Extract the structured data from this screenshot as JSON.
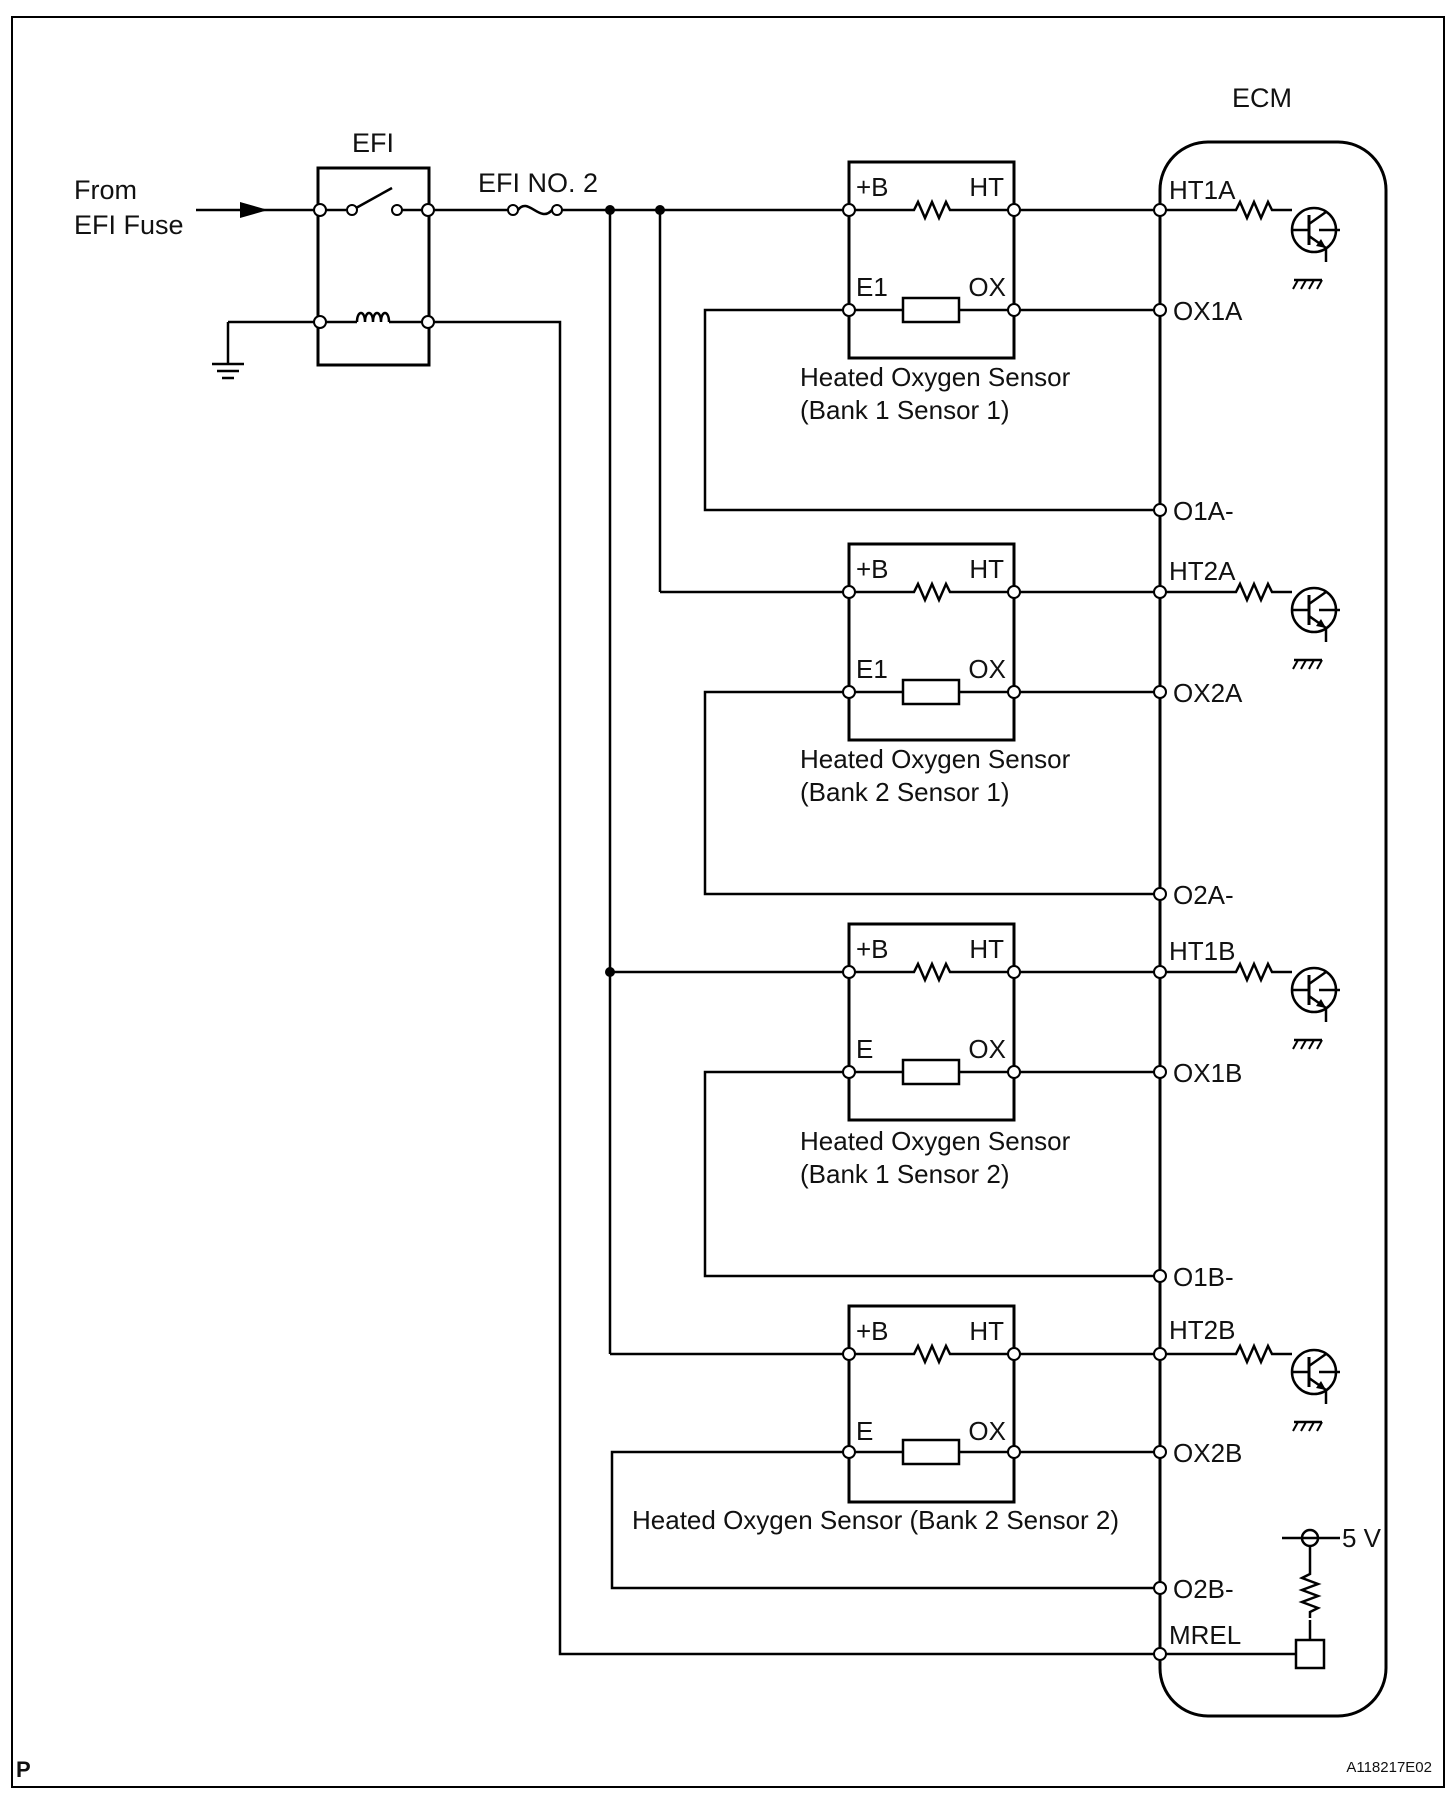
{
  "from_label": [
    "From",
    "EFI Fuse"
  ],
  "efi_relay_label": "EFI",
  "fuse_label": "EFI NO. 2",
  "ecm_label": "ECM",
  "sensors": [
    {
      "left_top": "+B",
      "right_top": "HT",
      "left_bottom": "E1",
      "right_bottom": "OX",
      "caption": [
        "Heated Oxygen Sensor",
        "(Bank 1 Sensor 1)"
      ],
      "pin_ht": "HT1A",
      "pin_ox": "OX1A",
      "pin_ground": "O1A-"
    },
    {
      "left_top": "+B",
      "right_top": "HT",
      "left_bottom": "E1",
      "right_bottom": "OX",
      "caption": [
        "Heated Oxygen Sensor",
        "(Bank 2 Sensor 1)"
      ],
      "pin_ht": "HT2A",
      "pin_ox": "OX2A",
      "pin_ground": "O2A-"
    },
    {
      "left_top": "+B",
      "right_top": "HT",
      "left_bottom": "E",
      "right_bottom": "OX",
      "caption": [
        "Heated Oxygen Sensor",
        "(Bank 1 Sensor 2)"
      ],
      "pin_ht": "HT1B",
      "pin_ox": "OX1B",
      "pin_ground": "O1B-"
    },
    {
      "left_top": "+B",
      "right_top": "HT",
      "left_bottom": "E",
      "right_bottom": "OX",
      "caption": [
        "Heated Oxygen Sensor (Bank 2 Sensor 2)"
      ],
      "pin_ht": "HT2B",
      "pin_ox": "OX2B",
      "pin_ground": "O2B-"
    }
  ],
  "mrel_label": "MREL",
  "supply_label": "5 V",
  "corner_label": "P",
  "reference_code": "A118217E02"
}
